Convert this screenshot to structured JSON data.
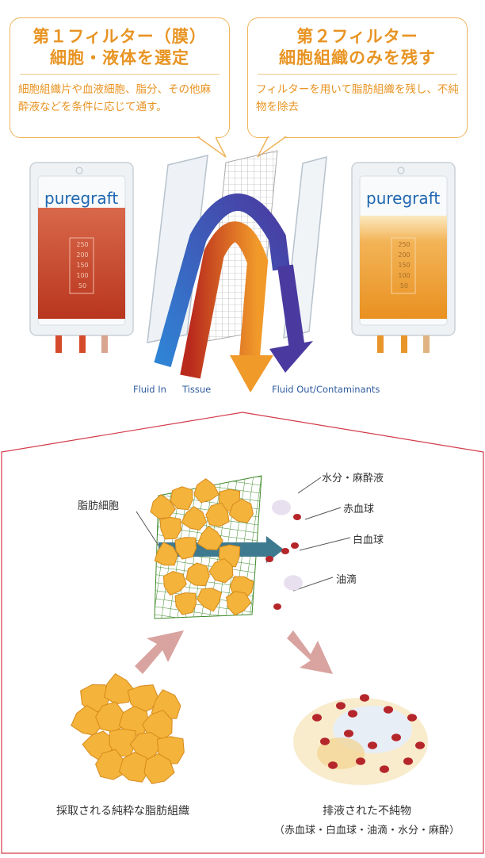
{
  "filter1": {
    "title_line1": "第１フィルター（膜）",
    "title_line2": "細胞・液体を選定",
    "body": "細胞組織片や血液細胞、脂分、その他麻酔液などを条件に応じて通す。"
  },
  "filter2": {
    "title_line1": "第２フィルター",
    "title_line2": "細胞組織のみを残す",
    "body": "フィルターを用いて脂肪組織を残し、不純物を除去"
  },
  "bag_brand": "puregraft",
  "bag_left_scale": [
    "250",
    "200",
    "150",
    "100",
    "50"
  ],
  "bag_right_scale": [
    "250",
    "200",
    "150",
    "100",
    "50"
  ],
  "flow_labels": {
    "fluid_in": "Fluid In",
    "tissue": "Tissue",
    "fluid_out": "Fluid Out/Contaminants"
  },
  "detail_labels": {
    "fat_cells": "脂肪細胞",
    "water_anesthetic": "水分・麻酔液",
    "red_blood_cells": "赤血球",
    "white_blood_cells": "白血球",
    "oil_droplets": "油滴"
  },
  "results": {
    "left_caption": "採取される純粋な脂肪組織",
    "right_caption_line1": "排液された不純物",
    "right_caption_line2": "（赤血球・白血球・油滴・水分・麻酔）"
  },
  "colors": {
    "accent_orange": "#e89423",
    "callout_border": "#f0b45a",
    "fat_yellow": "#f4b33a",
    "red_cell": "#b5262a",
    "flow_blue": "#2f7fd0",
    "flow_purple": "#4a3aa0",
    "mesh_green": "#3f8a2a",
    "arrow_pink": "#d9a3a0",
    "frame_red": "#d33a4a"
  }
}
